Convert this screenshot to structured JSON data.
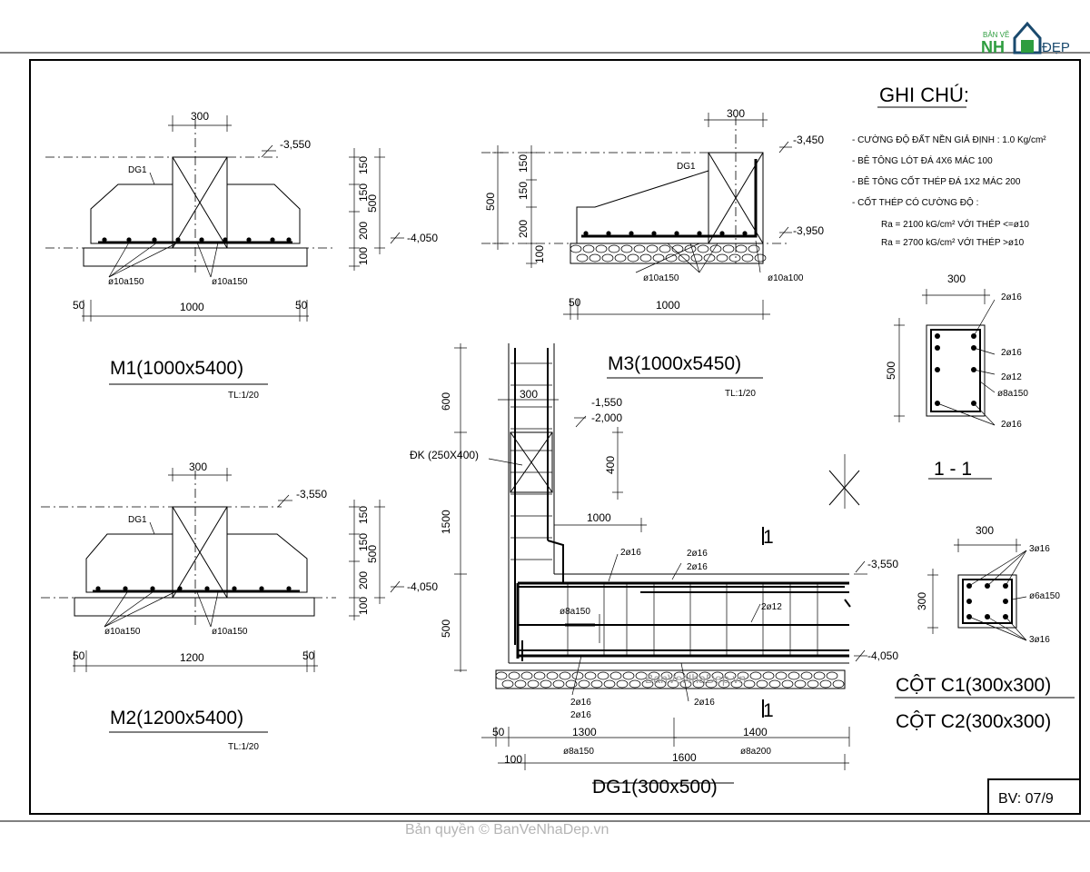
{
  "logo": {
    "top": "BẢN VẼ",
    "left": "NH",
    "right": "ĐẸP"
  },
  "m1": {
    "title": "M1(1000x5400)",
    "scale": "TL:1/20",
    "dim_top": "300",
    "level_top": "-3,550",
    "level_bottom": "-4,050",
    "dg": "DG1",
    "h1": "150",
    "h2": "150",
    "h3": "200",
    "h4": "100",
    "h_total": "500",
    "rebar_left": "ø10a150",
    "rebar_right": "ø10a150",
    "w_left": "50",
    "width": "1000",
    "w_right": "50"
  },
  "m2": {
    "title": "M2(1200x5400)",
    "scale": "TL:1/20",
    "dim_top": "300",
    "level_top": "-3,550",
    "level_bottom": "-4,050",
    "dg": "DG1",
    "h1": "150",
    "h2": "150",
    "h3": "200",
    "h4": "100",
    "h_total": "500",
    "rebar_left": "ø10a150",
    "rebar_right": "ø10a150",
    "w_left": "50",
    "width": "1200",
    "w_right": "50"
  },
  "m3": {
    "title": "M3(1000x5450)",
    "scale": "TL:1/20",
    "dim_top": "300",
    "level_top": "-3,450",
    "level_bottom": "-3,950",
    "dg": "DG1",
    "h1": "150",
    "h2": "150",
    "h3": "200",
    "h4": "100",
    "h_total": "500",
    "rebar_left": "ø10a150",
    "rebar_right": "ø10a100",
    "w_left": "50",
    "width": "1000"
  },
  "notes": {
    "title": "GHI CHÚ:",
    "lines": [
      "- CƯỜNG ĐỘ ĐẤT NỀN GIẢ ĐỊNH : 1.0 Kg/cm²",
      "- BÊ TÔNG LÓT ĐÁ 4X6 MÁC 100",
      "- BÊ TÔNG CỐT THÉP  ĐÁ 1X2 MÁC 200",
      "- CỐT THÉP CÓ CƯỜNG ĐỘ :",
      "Ra = 2100 kG/cm² VỚI THÉP <=ø10",
      "Ra = 2700 kG/cm² VỚI THÉP >ø10"
    ]
  },
  "section11": {
    "title": "1 - 1",
    "width": "300",
    "height": "500",
    "bars": [
      "2ø16",
      "2ø16",
      "2ø12",
      "ø8a150",
      "2ø16"
    ]
  },
  "column": {
    "title1": "CỘT C1(300x300)",
    "title2": "CỘT C2(300x300)",
    "width": "300",
    "height": "300",
    "bars": [
      "3ø16",
      "ø6a150",
      "3ø16"
    ]
  },
  "dg1": {
    "title": "DG1(300x500)",
    "dk": "ĐK (250X400)",
    "h_col": "600",
    "h_mid": "1500",
    "h_beam": "500",
    "col_w": "300",
    "level1": "-1,550",
    "level2": "-2,000",
    "dk_h": "400",
    "len_top": "1000",
    "cut": "1",
    "level_top": "-3,550",
    "level_bottom": "-4,050",
    "bars": [
      "2ø16",
      "2ø12"
    ],
    "stirrup_label": "ø8a150",
    "d50": "50",
    "d1300": "1300",
    "d1400": "1400",
    "d100": "100",
    "d1600": "1600",
    "stirrup1": "ø8a150",
    "stirrup2": "ø8a200"
  },
  "sheet": {
    "number": "BV: 07/9"
  },
  "watermark": {
    "site": "BanVeNhaDep.vn",
    "copyright": "Bản quyền © BanVeNhaDep.vn"
  }
}
